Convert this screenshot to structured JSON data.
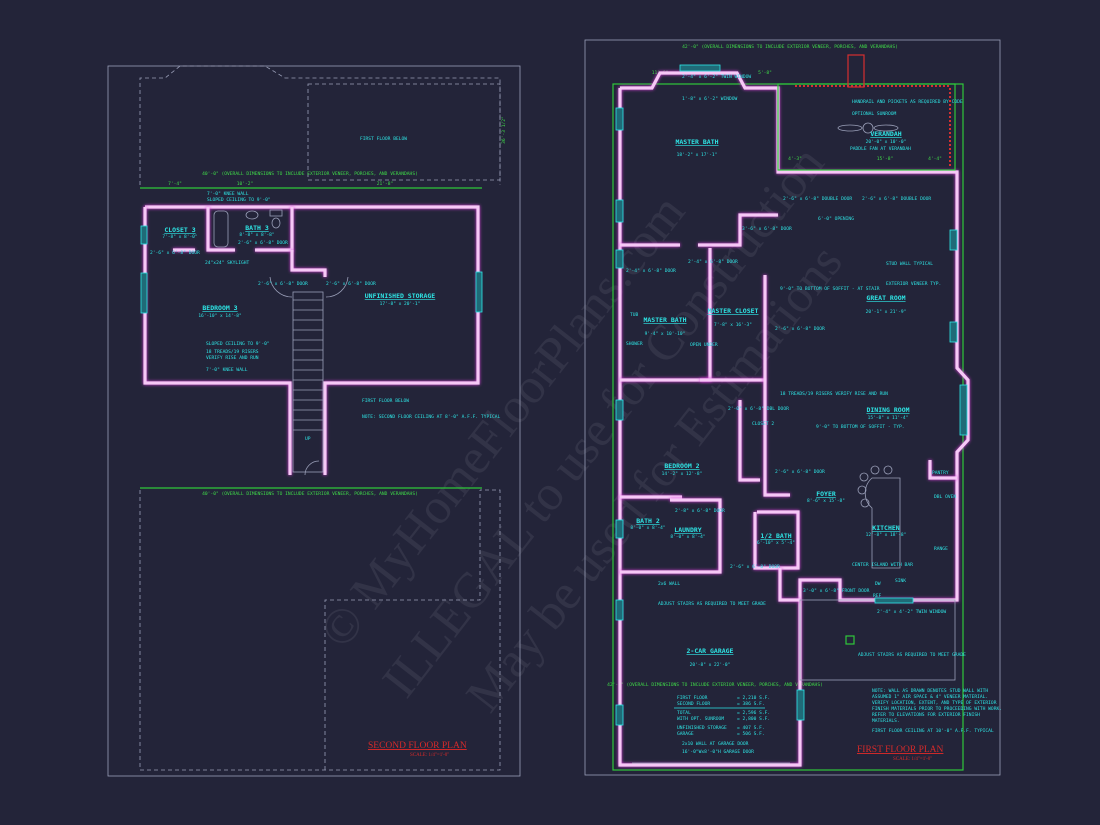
{
  "colors": {
    "background": "#232439",
    "walls": "#f6c8f6",
    "text": "#2ee6e6",
    "dimensions": "#3fdc48",
    "title": "#d62a2a"
  },
  "watermark": {
    "line1": "© MyHomeFloorPlans.com",
    "line2": "ILLEGAL to use for Construction",
    "line3": "May be used for Estimations"
  },
  "second_floor": {
    "title": "SECOND FLOOR PLAN",
    "scale": "SCALE: 1/4\"=1'-0\"",
    "overall_dim": "40'-0\" (OVERALL DIMENSIONS TO INCLUDE EXTERIOR VENEER, PORCHES, AND VERANDAHS)",
    "top_dims": [
      "7'-4\"",
      "10'-2\"",
      "21'-8\""
    ],
    "side_dim": "36'-3 1/2\"",
    "rooms": [
      {
        "name": "CLOSET 3",
        "size": "7'-8\" x 8'-0\""
      },
      {
        "name": "BATH 3",
        "size": "8'-8\" x 8'-8\""
      },
      {
        "name": "BEDROOM 3",
        "size": "16'-10\" x 14'-8\""
      },
      {
        "name": "UNFINISHED STORAGE",
        "size": "17'-8\" x 20'-1\""
      }
    ],
    "notes": [
      "7'-0\" KNEE WALL",
      "SLOPED CEILING TO 9'-0\"",
      "24\"x24\" SKYLIGHT",
      "SLOPED CEILING TO 9'-0\"",
      "18 TREADS/19 RISERS",
      "VERIFY RISE AND RUN",
      "7'-0\" KNEE WALL",
      "FIRST FLOOR BELOW",
      "FIRST FLOOR BELOW",
      "NOTE: SECOND FLOOR CEILING AT 8'-0\" A.F.F. TYPICAL",
      "UP"
    ],
    "doors": [
      "2'-6\" x 6'-8\" DOOR",
      "2'-6\" x 6'-8\" DOOR",
      "2'-6\" x 6'-8\" DOOR",
      "2'-6\" x 6'-8\" DOOR"
    ]
  },
  "first_floor": {
    "title": "FIRST FLOOR PLAN",
    "scale": "SCALE: 1/4\"=1'-0\"",
    "overall_dim": "42'-0\" (OVERALL DIMENSIONS TO INCLUDE EXTERIOR VENEER, PORCHES, AND VERANDAHS)",
    "top_dims": [
      "11'-6\"",
      "5'-8\"",
      "4'-3\"",
      "15'-8\"",
      "4'-4\""
    ],
    "rooms": [
      {
        "name": "MASTER BATH",
        "size": "18'-2\" x 17'-1\""
      },
      {
        "name": "VERANDAH",
        "size": "20'-0\" x 10'-0\""
      },
      {
        "name": "GREAT ROOM",
        "size": "20'-1\" x 21'-9\""
      },
      {
        "name": "MASTER BATH",
        "size": "9'-4\" x 10'-10\""
      },
      {
        "name": "MASTER CLOSET",
        "size": "7'-8\" x 16'-3\""
      },
      {
        "name": "DINING ROOM",
        "size": "15'-8\" x 11'-4\""
      },
      {
        "name": "BEDROOM 2",
        "size": "14'-2\" x 12'-8\""
      },
      {
        "name": "BATH 2",
        "size": "8'-0\" x 8'-4\""
      },
      {
        "name": "LAUNDRY",
        "size": "8'-0\" x 8'-4\""
      },
      {
        "name": "1/2 BATH",
        "size": "6'-10\" x 5'-4\""
      },
      {
        "name": "FOYER",
        "size": "8'-6\" x 15'-8\""
      },
      {
        "name": "KITCHEN",
        "size": "12'-8\" x 18'-8\""
      },
      {
        "name": "2-CAR GARAGE",
        "size": "20'-8\" x 22'-0\""
      }
    ],
    "notes": [
      "HANDRAIL AND PICKETS AS REQUIRED BY CODE",
      "OPTIONAL SUNROOM",
      "PADDLE FAN AT VERANDAH",
      "6'-0\" OPENING",
      "STUD WALL TYPICAL",
      "EXTERIOR VENEER TYP.",
      "9'-0\" TO BOTTOM OF SOFFIT - AT STAIR",
      "18 TREADS/19 RISERS VERIFY RISE AND RUN",
      "9'-0\" TO BOTTOM OF SOFFIT - TYP.",
      "CENTER ISLAND WITH BAR",
      "2x6 WALL",
      "ADJUST STAIRS AS REQUIRED TO MEET GRADE",
      "ADJUST STAIRS AS REQUIRED TO MEET GRADE",
      "PANTRY",
      "TUB",
      "SHOWER",
      "OPEN UNDER",
      "CLOSET 2",
      "DW",
      "SINK",
      "REF",
      "RANGE",
      "DBL OVEN"
    ],
    "doors": [
      "3'-6\" x 6'-8\" DOOR",
      "2'-6\" x 6'-8\" DOUBLE DOOR",
      "2'-6\" x 6'-8\" DOUBLE DOOR",
      "2'-4\" x 6'-8\" DOOR",
      "2'-4\" x 6'-8\" DOOR",
      "2'-6\" x 6'-8\" DOOR",
      "2'-0\" x 6'-8\" DBL DOOR",
      "2'-6\" x 6'-8\" DOOR",
      "3'-0\" x 6'-8\" FRONT DOOR",
      "2'-8\" x 6'-8\" DOOR",
      "2'-6\" x 6'-8\" DOOR"
    ],
    "windows": [
      "2'-4\" x 6'-2\" TWIN WINDOW",
      "1'-8\" x 6'-2\" WINDOW",
      "2'-4\" x 4'-2\" TWIN WINDOW"
    ],
    "area_table": [
      {
        "label": "FIRST FLOOR",
        "value": "= 2,210 S.F."
      },
      {
        "label": "SECOND FLOOR",
        "value": "= 386 S.F."
      },
      {
        "label": "TOTAL",
        "value": "= 2,596 S.F."
      },
      {
        "label": "WITH OPT. SUNROOM",
        "value": "= 2,800 S.F."
      },
      {
        "label": "UNFINISHED STORAGE",
        "value": "= 407 S.F."
      },
      {
        "label": "GARAGE",
        "value": "= 506 S.F."
      }
    ],
    "garage_notes": [
      "2x10 WALL AT GARAGE DOOR",
      "16'-0\"Wx8'-0\"H GARAGE DOOR"
    ],
    "general_note": [
      "NOTE: WALL AS DRAWN DENOTES STUD WALL WITH",
      "ASSUMED 1\" AIR SPACE & 4\" VENEER MATERIAL.",
      "VERIFY LOCATION, EXTENT, AND TYPE OF EXTERIOR",
      "FINISH MATERIALS PRIOR TO PROCEEDING WITH WORK.",
      "REFER TO ELEVATIONS FOR EXTERIOR FINISH",
      "MATERIALS."
    ],
    "ceiling_note": "FIRST FLOOR CEILING AT 10'-0\" A.F.F. TYPICAL"
  }
}
